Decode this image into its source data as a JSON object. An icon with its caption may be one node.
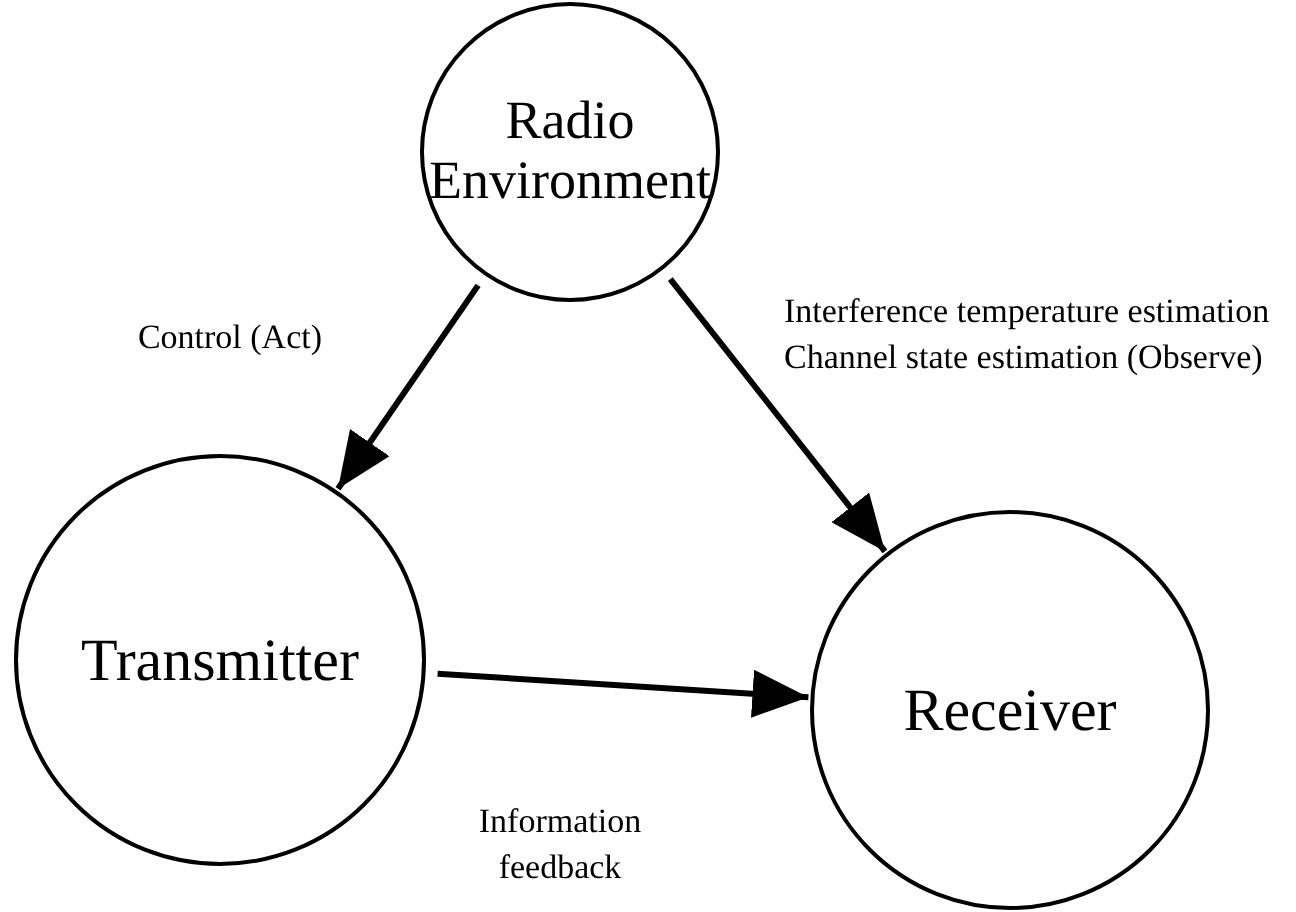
{
  "diagram": {
    "nodes": [
      {
        "text": [
          "Radio Environment"
        ]
      },
      {
        "text": [
          "Transmitter"
        ]
      },
      {
        "text": [
          "Receiver"
        ]
      }
    ],
    "edges": [
      {
        "from": 0,
        "to": 1,
        "arrow": "to",
        "label": "Control (Act)"
      },
      {
        "from": 0,
        "to": 2,
        "arrow": "to",
        "label": "Interference temperature estimation Channel state estimation (Observe)"
      },
      {
        "from": 1,
        "to": 2,
        "arrow": "to",
        "label": "Information feedback"
      }
    ]
  }
}
